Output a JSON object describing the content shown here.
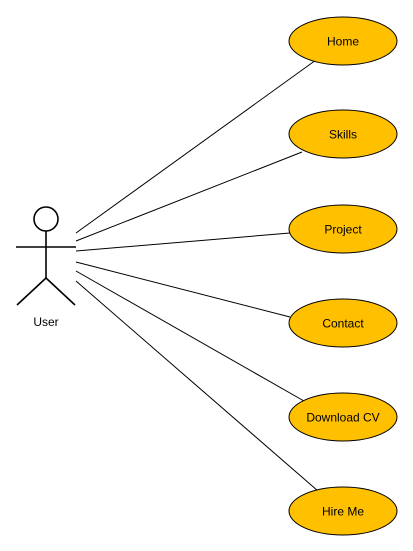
{
  "diagram": {
    "type": "use-case",
    "actor": {
      "name": "User"
    },
    "use_cases": [
      {
        "label": "Home"
      },
      {
        "label": "Skills"
      },
      {
        "label": "Project"
      },
      {
        "label": "Contact"
      },
      {
        "label": "Download CV"
      },
      {
        "label": "Hire Me"
      }
    ],
    "associations": [
      {
        "from": "User",
        "to": "Home"
      },
      {
        "from": "User",
        "to": "Skills"
      },
      {
        "from": "User",
        "to": "Project"
      },
      {
        "from": "User",
        "to": "Contact"
      },
      {
        "from": "User",
        "to": "Download CV"
      },
      {
        "from": "User",
        "to": "Hire Me"
      }
    ],
    "colors": {
      "use_case_fill": "#FFC000",
      "stroke": "#000000",
      "background": "#FFFFFF"
    }
  }
}
